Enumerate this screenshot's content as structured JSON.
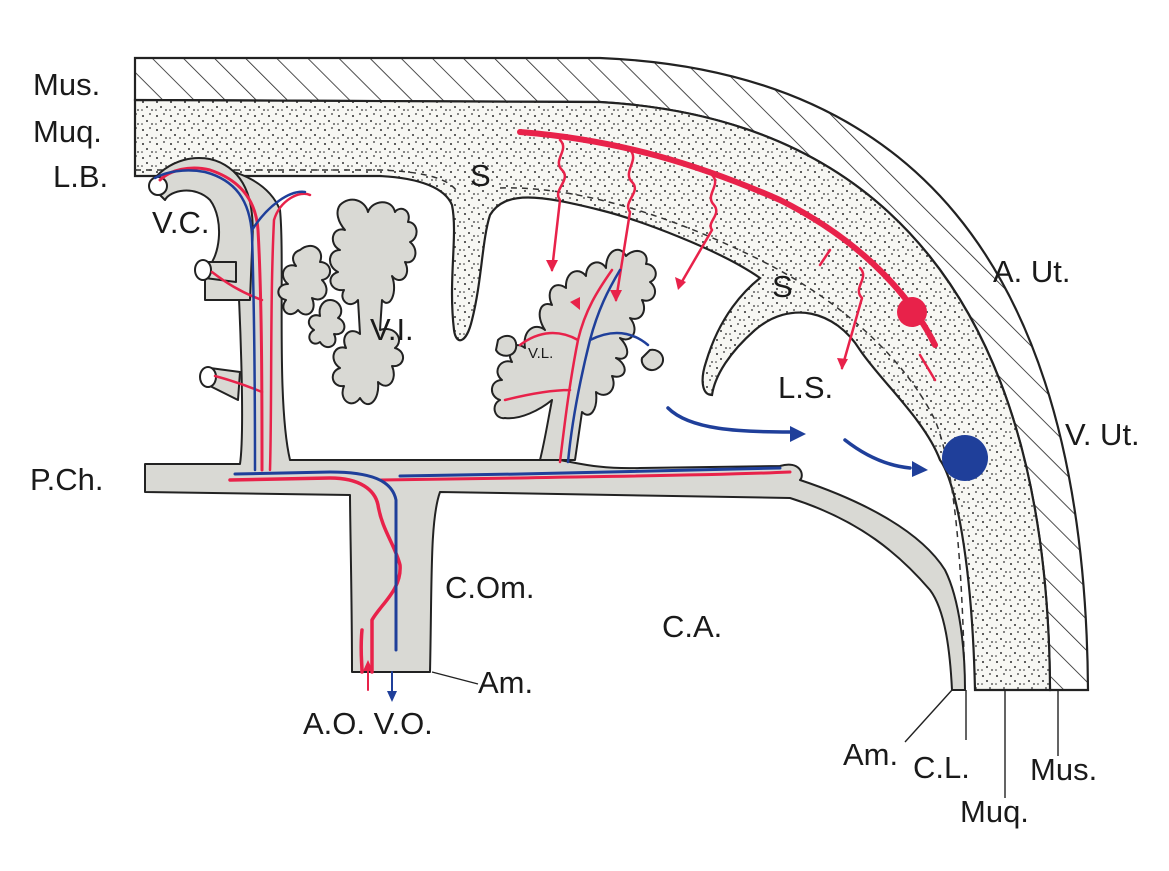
{
  "labels": {
    "mus_top": "Mus.",
    "muq_top": "Muq.",
    "lb": "L.B.",
    "vc": "V.C.",
    "s1": "S",
    "s2": "S",
    "vi": "V.I.",
    "vl": "V.L.",
    "aut": "A. Ut.",
    "ls": "L.S.",
    "vut": "V. Ut.",
    "pch": "P.Ch.",
    "com": "C.Om.",
    "ca": "C.A.",
    "am_left": "Am.",
    "ao_vo": "A.O. V.O.",
    "am_bottom": "Am.",
    "cl": "C.L.",
    "muq_bottom": "Muq.",
    "mus_bottom": "Mus."
  },
  "colors": {
    "artery": "#e8224a",
    "vein": "#1f3f9a",
    "tissue": "#d9d9d4",
    "outline": "#222222"
  }
}
